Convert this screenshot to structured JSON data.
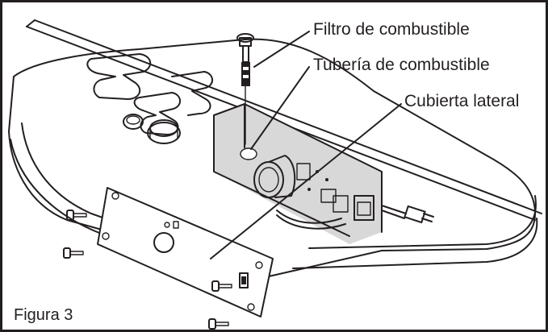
{
  "labels": {
    "fuel_filter": "Filtro de combustible",
    "fuel_line": "Tubería de combustible",
    "side_cover": "Cubierta lateral",
    "figure": "Figura 3"
  },
  "colors": {
    "ink": "#231f20",
    "background": "#ffffff",
    "shade": "#d8d8d8"
  }
}
